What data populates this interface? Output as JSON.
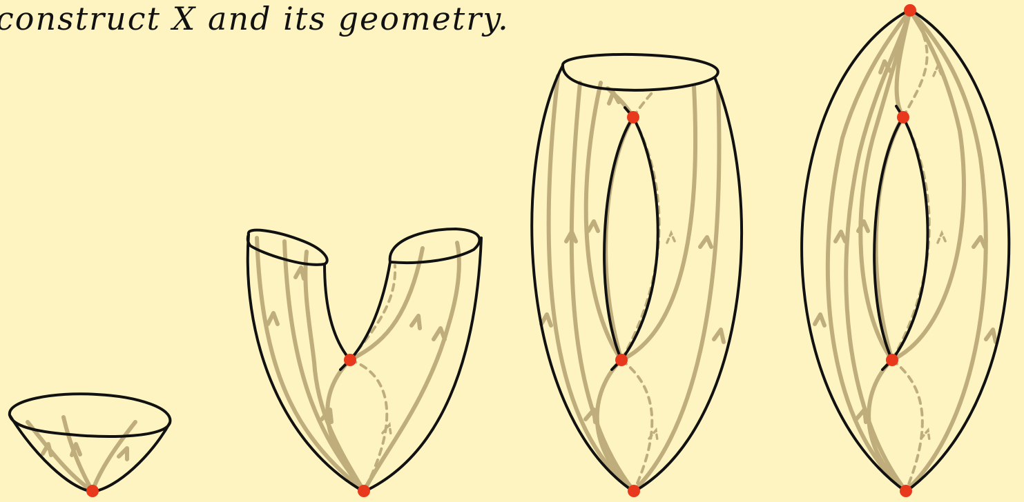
{
  "caption": "construct X and its geometry.",
  "colors": {
    "background": "#fdf4c2",
    "outline": "#111111",
    "flow_lines": "#bfae7c",
    "critical_points": "#e8391d"
  },
  "surfaces": [
    {
      "kind": "disk (bowl)",
      "critical_points": 1
    },
    {
      "kind": "pair of pants (U-shape)",
      "critical_points": 2
    },
    {
      "kind": "punctured torus",
      "critical_points": 3
    },
    {
      "kind": "closed torus",
      "critical_points": 4
    }
  ]
}
